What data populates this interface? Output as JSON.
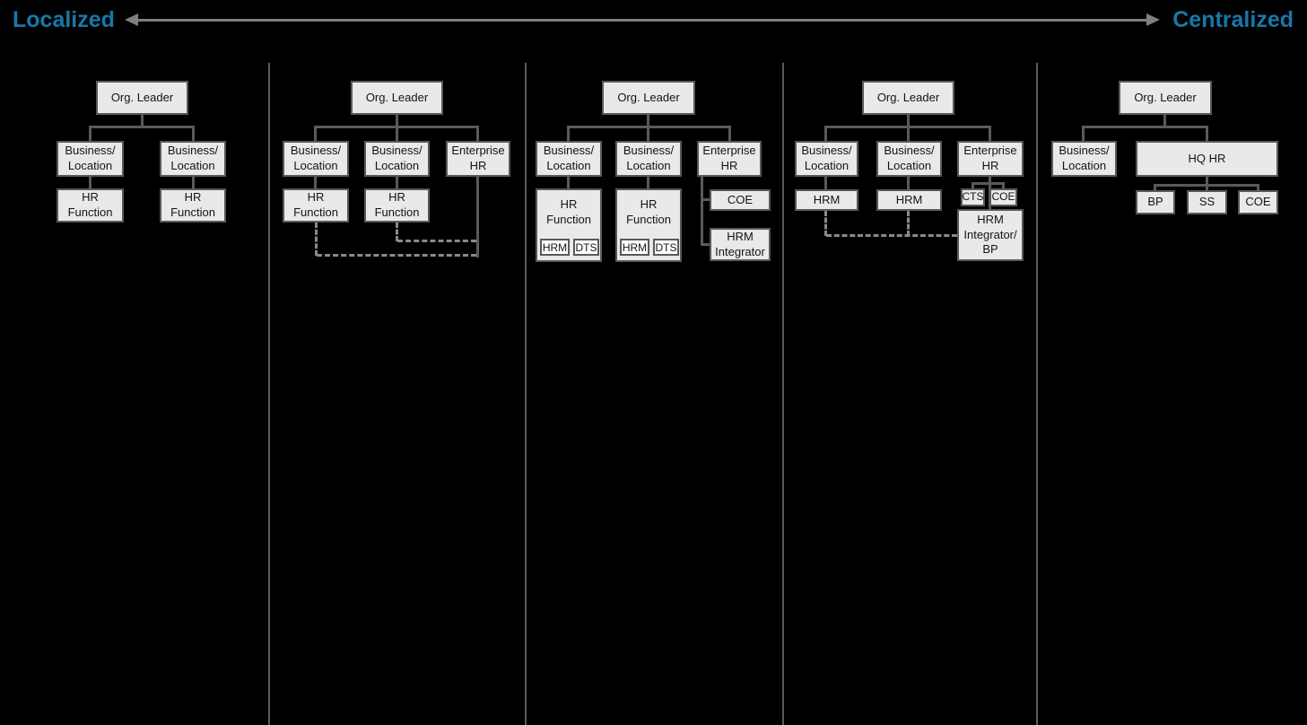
{
  "header": {
    "left_label": "Localized",
    "right_label": "Centralized",
    "accent_color": "#1878a8",
    "arrow_color": "#7f7f7f"
  },
  "colors": {
    "background": "#000000",
    "box_fill": "#e9e9e9",
    "box_border": "#595959",
    "inner_box_fill": "#ffffff",
    "solid_line": "#5a5a5a",
    "dashed_line": "#8a8a8a"
  },
  "columns": [
    {
      "name": "fully-localized",
      "org_leader": "Org. Leader",
      "business1": "Business/\nLocation",
      "business2": "Business/\nLocation",
      "hr_function1": "HR\nFunction",
      "hr_function2": "HR\nFunction"
    },
    {
      "name": "localized-with-enterprise-hr",
      "org_leader": "Org. Leader",
      "business1": "Business/\nLocation",
      "business2": "Business/\nLocation",
      "enterprise_hr": "Enterprise\nHR",
      "hr_function1": "HR\nFunction",
      "hr_function2": "HR\nFunction"
    },
    {
      "name": "hybrid-with-coe",
      "org_leader": "Org. Leader",
      "business1": "Business/\nLocation",
      "business2": "Business/\nLocation",
      "enterprise_hr": "Enterprise\nHR",
      "hr_function1": "HR\nFunction",
      "hr_function2": "HR\nFunction",
      "hrm1": "HRM",
      "dts1": "DTS",
      "hrm2": "HRM",
      "dts2": "DTS",
      "coe": "COE",
      "hrm_integrator": "HRM\nIntegrator"
    },
    {
      "name": "mostly-centralized",
      "org_leader": "Org. Leader",
      "business1": "Business/\nLocation",
      "business2": "Business/\nLocation",
      "enterprise_hr": "Enterprise\nHR",
      "hrm1": "HRM",
      "hrm2": "HRM",
      "cts": "CTS",
      "coe": "COE",
      "hrm_integrator_bp": "HRM\nIntegrator/\nBP"
    },
    {
      "name": "fully-centralized",
      "org_leader": "Org. Leader",
      "business1": "Business/\nLocation",
      "hq_hr": "HQ HR",
      "bp": "BP",
      "ss": "SS",
      "coe": "COE"
    }
  ]
}
